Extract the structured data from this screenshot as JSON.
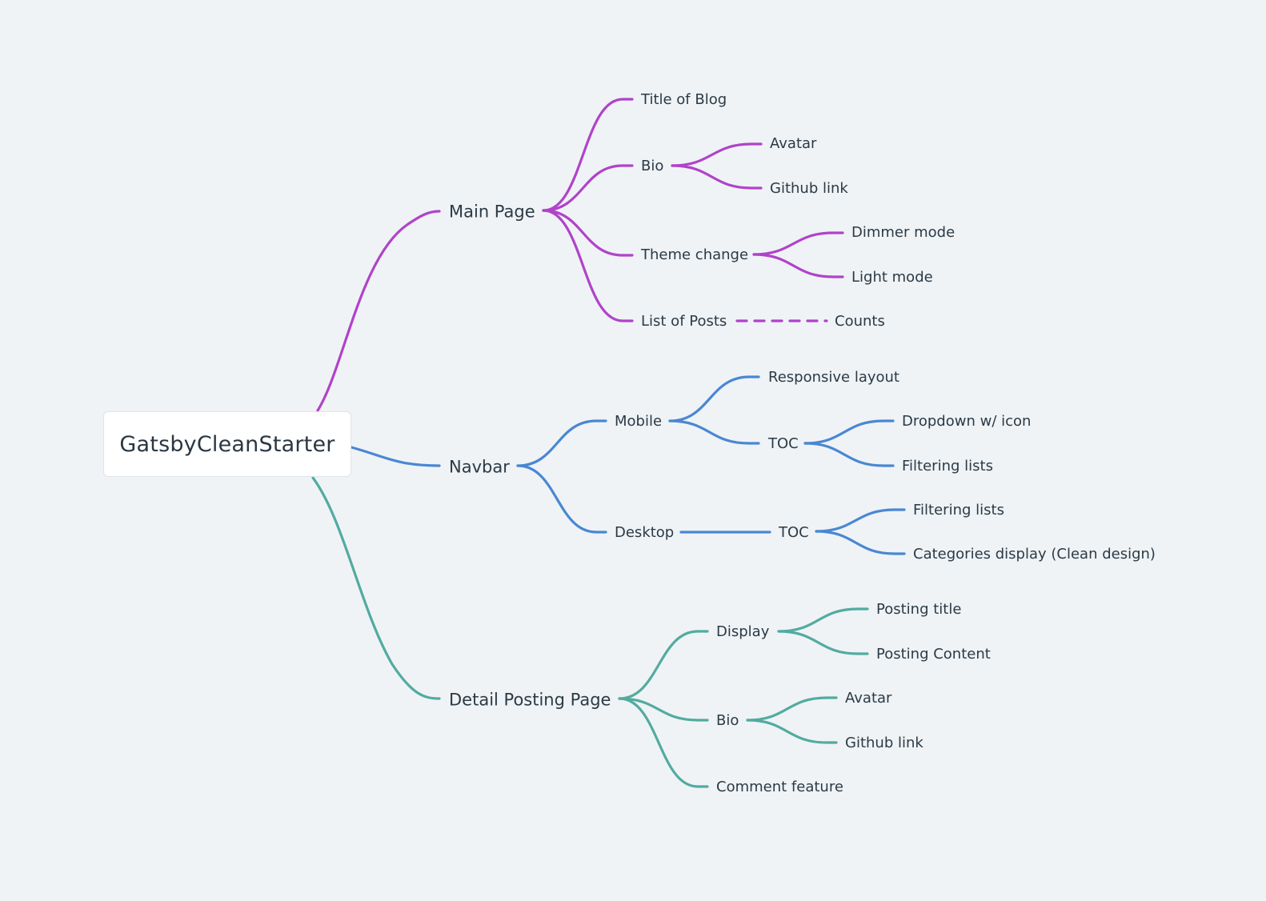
{
  "root": {
    "label": "GatsbyCleanStarter"
  },
  "colors": {
    "background": "#eff3f6",
    "main_page_branch": "#b043c9",
    "navbar_branch": "#4a87d2",
    "detail_branch": "#52ab9f",
    "text": "#2c3a45"
  },
  "branches": {
    "main_page": {
      "label": "Main Page",
      "title_of_blog": "Title of Blog",
      "bio": {
        "label": "Bio",
        "avatar": "Avatar",
        "github": "Github link"
      },
      "theme_change": {
        "label": "Theme change",
        "dimmer": "Dimmer mode",
        "light": "Light mode"
      },
      "list_of_posts": {
        "label": "List of Posts",
        "counts": "Counts"
      }
    },
    "navbar": {
      "label": "Navbar",
      "mobile": {
        "label": "Mobile",
        "responsive": "Responsive layout",
        "toc": {
          "label": "TOC",
          "dropdown": "Dropdown w/ icon",
          "filtering": "Filtering lists"
        }
      },
      "desktop": {
        "label": "Desktop",
        "toc": {
          "label": "TOC",
          "filtering": "Filtering lists",
          "categories": "Categories display (Clean design)"
        }
      }
    },
    "detail": {
      "label": "Detail Posting Page",
      "display": {
        "label": "Display",
        "title": "Posting title",
        "content": "Posting Content"
      },
      "bio": {
        "label": "Bio",
        "avatar": "Avatar",
        "github": "Github link"
      },
      "comment": "Comment feature"
    }
  }
}
